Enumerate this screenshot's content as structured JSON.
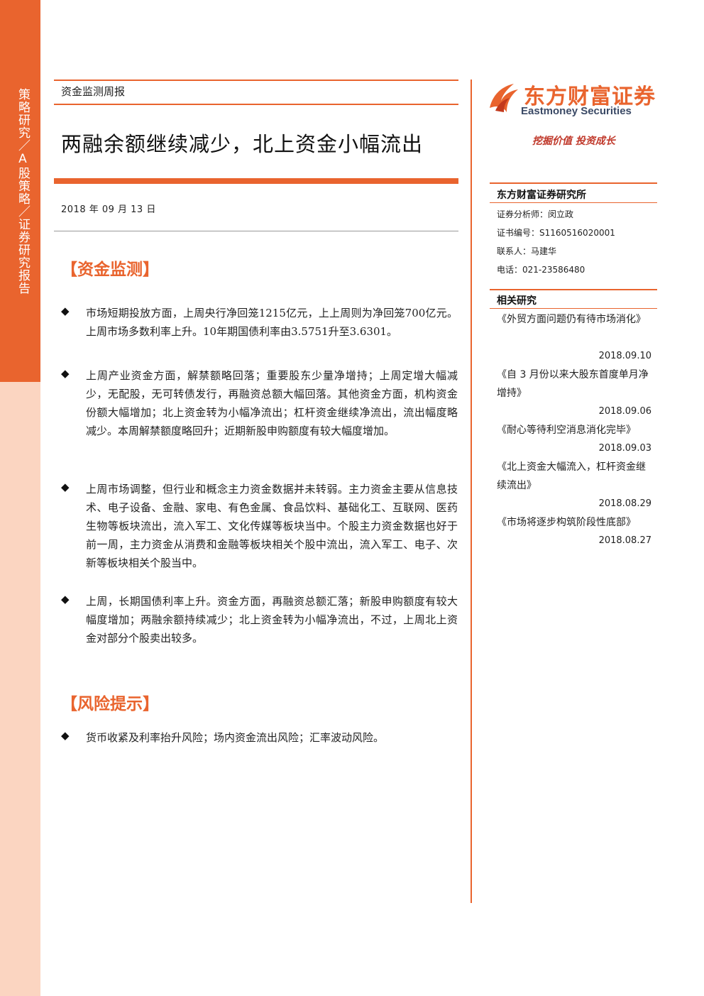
{
  "sidebar": {
    "text": "策略研究／A股策略／证券研究报告"
  },
  "header": {
    "report_type": "资金监测周报",
    "title": "两融余额继续减少，北上资金小幅流出",
    "date": "2018 年 09 月 13 日"
  },
  "sections": {
    "monitor": {
      "heading": "【资金监测】",
      "bullets": [
        "市场短期投放方面，上周央行净回笼1215亿元，上上周则为净回笼700亿元。上周市场多数利率上升。10年期国债利率由3.5751升至3.6301。",
        "上周产业资金方面，解禁额略回落；重要股东少量净增持；上周定增大幅减少，无配股，无可转债发行，再融资总额大幅回落。其他资金方面，机构资金份额大幅增加；北上资金转为小幅净流出；杠杆资金继续净流出，流出幅度略减少。本周解禁额度略回升；近期新股申购额度有较大幅度增加。",
        "上周市场调整，但行业和概念主力资金数据并未转弱。主力资金主要从信息技术、电子设备、金融、家电、有色金属、食品饮料、基础化工、互联网、医药生物等板块流出，流入军工、文化传媒等板块当中。个股主力资金数据也好于前一周，主力资金从消费和金融等板块相关个股中流出，流入军工、电子、次新等板块相关个股当中。",
        "上周，长期国债利率上升。资金方面，再融资总额汇落；新股申购额度有较大幅度增加；两融余额持续减少；北上资金转为小幅净流出，不过，上周北上资金对部分个股卖出较多。"
      ]
    },
    "risk": {
      "heading": "【风险提示】",
      "bullets": [
        "货币收紧及利率抬升风险；场内资金流出风险；汇率波动风险。"
      ]
    }
  },
  "brand": {
    "name_cn": "东方财富证券",
    "name_en": "Eastmoney Securities",
    "slogan": "挖掘价值 投资成长",
    "logo_icon": "flame-logo-icon",
    "accent_color": "#e9642e"
  },
  "institute": {
    "name": "东方财富证券研究所",
    "analyst": "证券分析师：闵立政",
    "cert": "证书编号：S1160516020001",
    "contact": "联系人：马建华",
    "phone": "电话：021-23586480"
  },
  "related": {
    "heading": "相关研究",
    "items": [
      {
        "title": "《外贸方面问题仍有待市场消化》",
        "date": "2018.09.10"
      },
      {
        "title": "《自 3 月份以来大股东首度单月净增持》",
        "date": "2018.09.06"
      },
      {
        "title": "《耐心等待利空消息消化完毕》",
        "date": "2018.09.03"
      },
      {
        "title": "《北上资金大幅流入，杠杆资金继续流出》",
        "date": "2018.08.29"
      },
      {
        "title": "《市场将逐步构筑阶段性底部》",
        "date": "2018.08.27"
      }
    ]
  }
}
